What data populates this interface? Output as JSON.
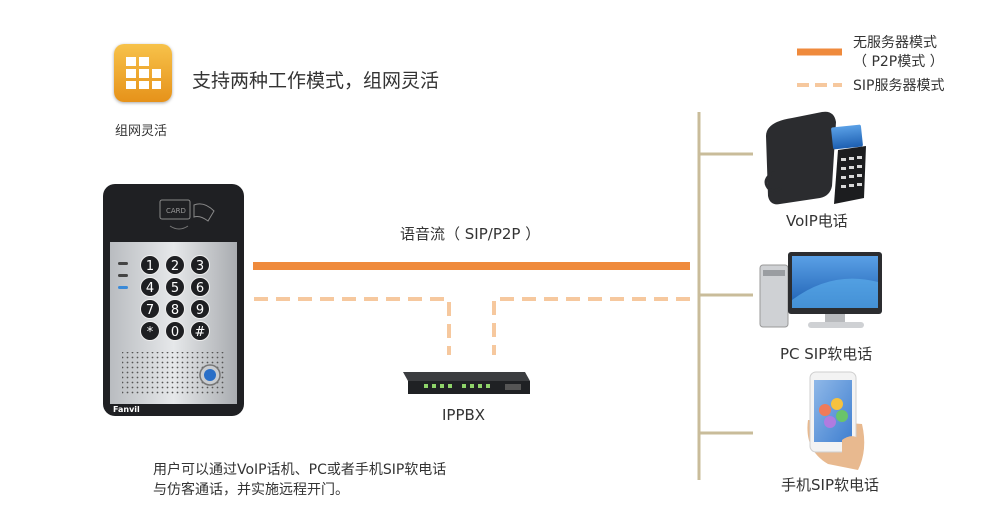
{
  "header": {
    "headline": "支持两种工作模式，组网灵活",
    "icon_label": "组网灵活"
  },
  "legend": {
    "solid_line1": "无服务器模式",
    "solid_line2": "（ P2P模式 ）",
    "dashed": "SIP服务器模式"
  },
  "stream_label": "语音流（ SIP/P2P ）",
  "devices": {
    "ippbx": "IPPBX",
    "voip_phone": "VoIP电话",
    "pc_sip": "PC SIP软电话",
    "mobile_sip": "手机SIP软电话"
  },
  "intercom": {
    "keys": [
      "1",
      "2",
      "3",
      "4",
      "5",
      "6",
      "7",
      "8",
      "9",
      "*",
      "0",
      "#"
    ],
    "brand": "Fanvil",
    "card_text": "CARD"
  },
  "description": {
    "line1": "用户可以通过VoIP话机、PC或者手机SIP软电话",
    "line2": "与仿客通话，并实施远程开门。"
  },
  "colors": {
    "orange": "#ef8a3c",
    "orange_dashed": "#f6c89e",
    "trunk": "#c9bc9a"
  }
}
